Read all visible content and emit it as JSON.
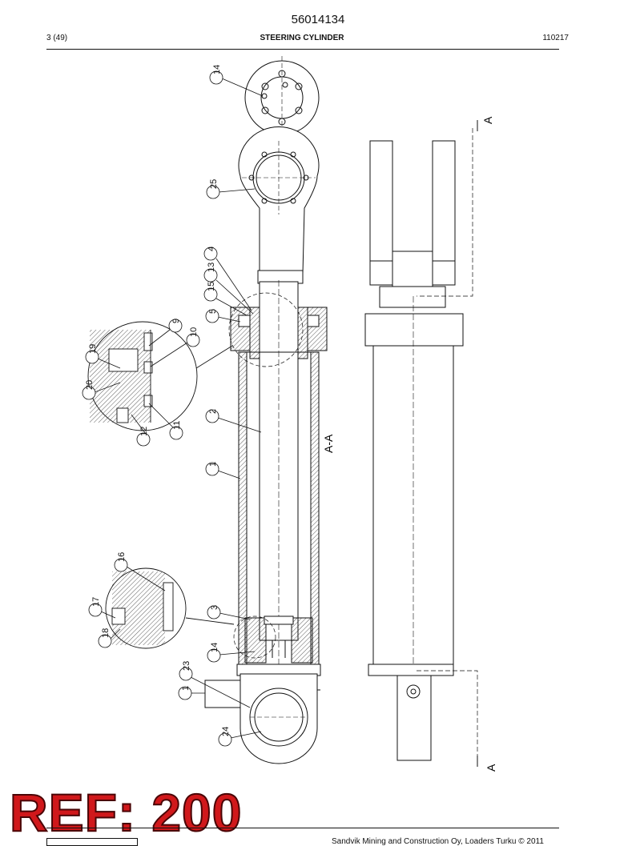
{
  "header": {
    "doc_number": "56014134",
    "page": "3 (49)",
    "title": "STEERING CYLINDER",
    "date_code": "110217"
  },
  "drawing": {
    "section_label": "A-A",
    "cut_label_top": "A",
    "cut_label_bottom": "A",
    "callouts": [
      "14",
      "25",
      "4",
      "13",
      "15",
      "5",
      "9",
      "10",
      "19",
      "20",
      "12",
      "11",
      "2",
      "1",
      "16",
      "17",
      "18",
      "3",
      "14",
      "23",
      "1",
      "24"
    ]
  },
  "stamp": {
    "text": "REF: 200"
  },
  "footer": {
    "copyright": "Sandvik Mining and Construction Oy, Loaders Turku © 2011"
  }
}
